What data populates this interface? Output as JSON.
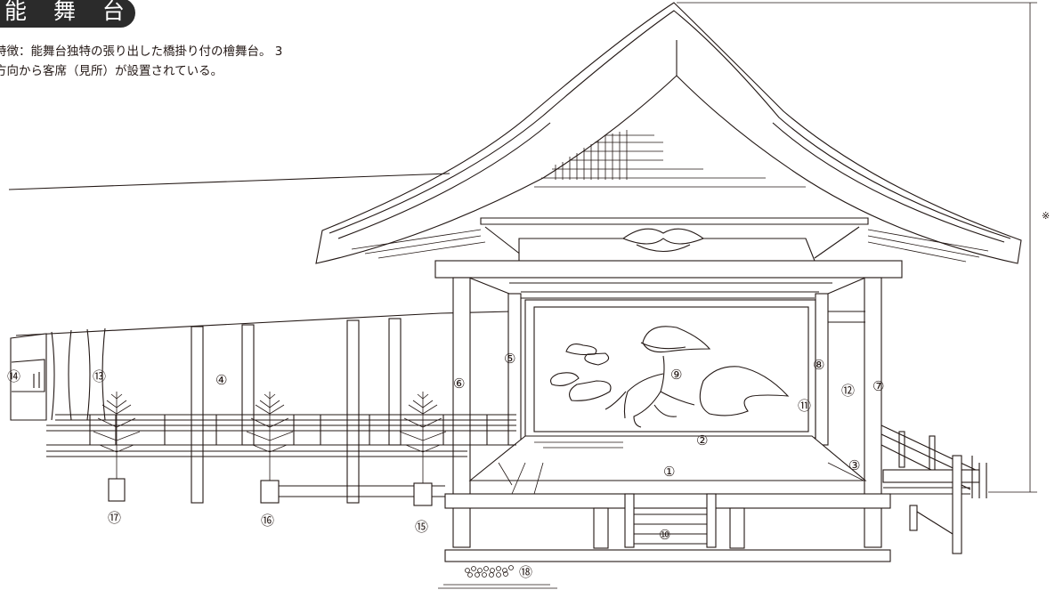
{
  "title": "能 舞 台",
  "description": [
    "特徴：能舞台独特の張り出した橋掛り付の檜舞台。 3",
    "方向から客席（見所）が設置されている。"
  ],
  "callouts": {
    "c1": "①",
    "c2": "②",
    "c3": "③",
    "c4": "④",
    "c5": "⑤",
    "c6": "⑥",
    "c7": "⑦",
    "c8": "⑧",
    "c9": "⑨",
    "c10": "⑩",
    "c11": "⑪",
    "c12": "⑫",
    "c13": "⑬",
    "c14": "⑭",
    "c15": "⑮",
    "c16": "⑯",
    "c17": "⑰",
    "c18": "⑱"
  },
  "height_mark": "※",
  "colors": {
    "ink": "#231815",
    "badge": "#2b2b2b",
    "background": "#ffffff"
  }
}
